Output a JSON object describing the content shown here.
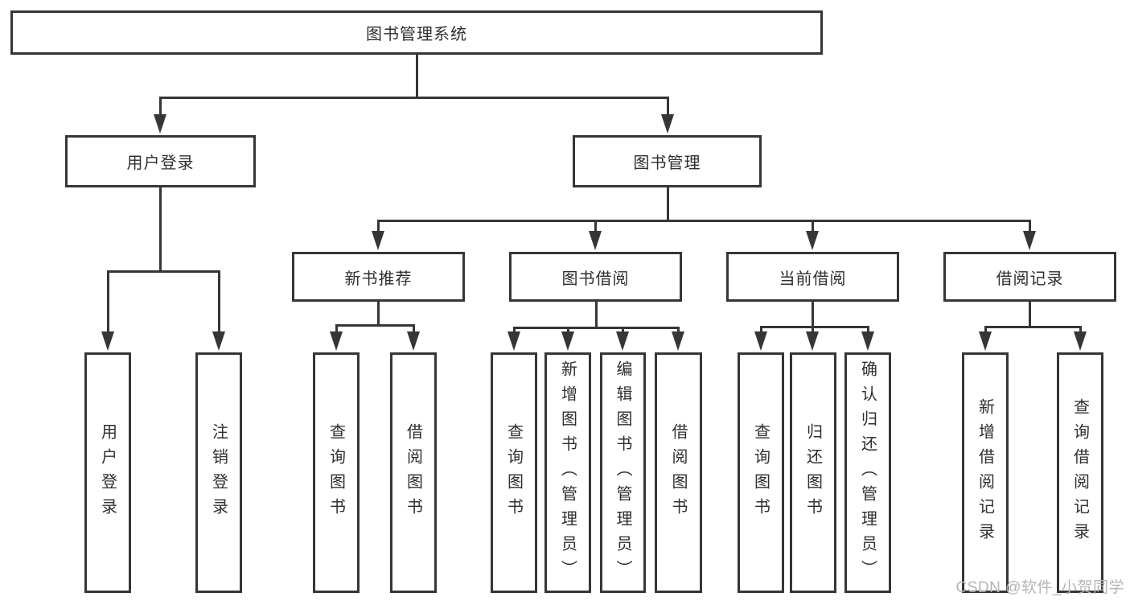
{
  "diagram": {
    "title": "图书管理系统",
    "level2": {
      "user_login": "用户登录",
      "book_management": "图书管理"
    },
    "level3": {
      "new_book": "新书推荐",
      "book_borrow": "图书借阅",
      "current_borrow": "当前借阅",
      "borrow_records": "借阅记录"
    },
    "leaves": {
      "user_login": "用户登录",
      "logout": "注销登录",
      "nb_query": "查询图书",
      "nb_borrow": "借阅图书",
      "bb_query": "查询图书",
      "bb_add": "新增图书（管理员）",
      "bb_edit": "编辑图书（管理员）",
      "bb_borrow": "借阅图书",
      "cb_query": "查询图书",
      "cb_return": "归还图书",
      "cb_confirm": "确认归还（管理员）",
      "br_add": "新增借阅记录",
      "br_query": "查询借阅记录"
    },
    "colors": {
      "line": "#363636",
      "text": "#2f2f2f",
      "background": "#ffffff",
      "watermark": "#b5b5b5"
    },
    "watermark": "CSDN @软件_小贺同学"
  }
}
